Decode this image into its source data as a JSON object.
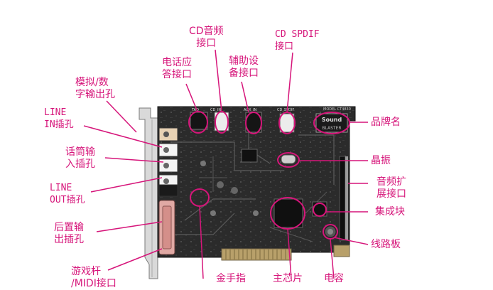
{
  "colors": {
    "annotation": "#d6157a",
    "board": "#2a2a2a",
    "board_light": "#4a4a4a",
    "bracket": "#dcdcdc",
    "gold": "#b8a06a",
    "jack_beige": "#e8d2b4",
    "port_pink": "#e0a9a4"
  },
  "labels": {
    "cd_audio": "CD音频\n接口",
    "cd_spdif": "CD SPDIF\n接口",
    "phone": "电话应\n答接口",
    "aux": "辅助设\n备接口",
    "analog_digital": "模拟/数\n字输出孔",
    "line_in": "LINE\nIN插孔",
    "mic": "话筒输\n入插孔",
    "line_out": "LINE\nOUT插孔",
    "rear_out": "后置输\n出插孔",
    "game": "游戏杆\n/MIDI接口",
    "brand": "品牌名",
    "crystal": "晶振",
    "expansion": "音频扩\n展接口",
    "ic": "集成块",
    "circuit": "线路板",
    "gold_finger": "金手指",
    "main_chip": "主芯片",
    "capacitor": "电容"
  },
  "board_text": {
    "logo_top": "Sound",
    "logo_bottom": "BLASTER",
    "model": "MODEL  CT4830",
    "tad": "TAD",
    "cd_in": "CD_IN",
    "aux_in": "AUX_IN",
    "cd_spdif": "CD_SPDIF"
  }
}
